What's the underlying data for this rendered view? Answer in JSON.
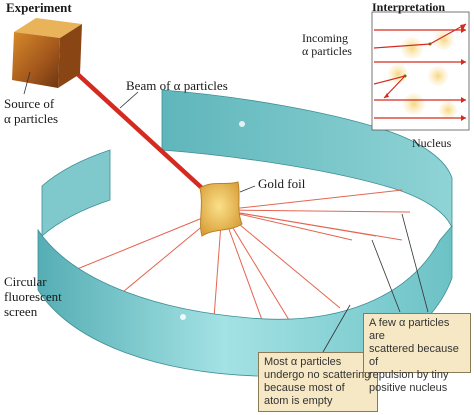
{
  "titles": {
    "experiment": "Experiment",
    "interpretation": "Interpretation"
  },
  "labels": {
    "source": [
      "Source of",
      "α particles"
    ],
    "beam": "Beam of α particles",
    "gold_foil": "Gold foil",
    "screen": [
      "Circular",
      "fluorescent",
      "screen"
    ],
    "incoming": [
      "Incoming",
      "α particles"
    ],
    "nucleus": "Nucleus"
  },
  "callouts": {
    "most": [
      "Most α particles",
      "undergo no scattering",
      "because most of",
      "atom is empty"
    ],
    "few": [
      "A few α particles are",
      "scattered because of",
      "repulsion by tiny",
      "positive nucleus"
    ]
  },
  "colors": {
    "beam": "#d42a1f",
    "screen_light": "#a8e3e4",
    "screen_dark": "#3f9aa2",
    "foil": "#e8b84a",
    "callout_bg": "#f6e8c4",
    "nucleus_glow": "#f4c95d"
  }
}
